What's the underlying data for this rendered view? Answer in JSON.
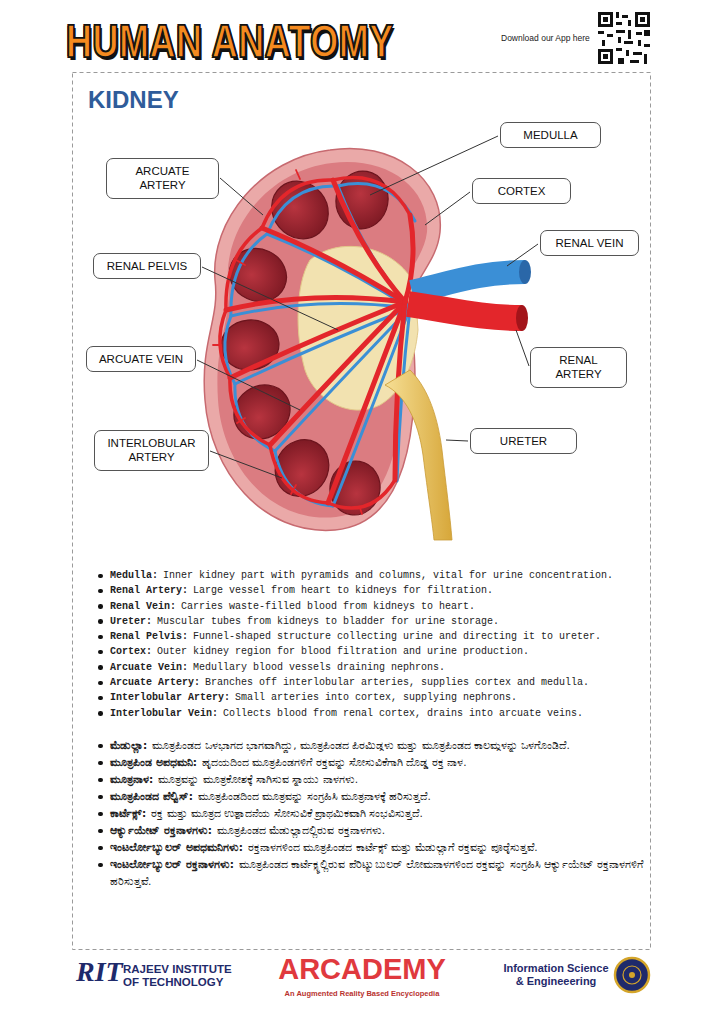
{
  "diagram": {
    "title": "HUMAN ANATOMY",
    "nodes": [
      {
        "text": [
          "MEDULLA"
        ]
      },
      {
        "text": [
          "ARCUATE ARTERY"
        ]
      },
      {
        "text": [
          "CORTEX"
        ]
      },
      {
        "text": [
          "RENAL VEIN"
        ]
      },
      {
        "text": [
          "RENAL PELVIS"
        ]
      },
      {
        "text": [
          "ARCUATE VEIN"
        ]
      },
      {
        "text": [
          "RENAL ARTERY"
        ]
      },
      {
        "text": [
          "INTERLOBULAR ARTERY"
        ]
      },
      {
        "text": [
          "URETER"
        ]
      }
    ],
    "labels": [
      "Download our App here",
      "KIDNEY",
      "Medulla:",
      "Inner kidney part with pyramids and columns, vital for urine concentration.",
      "Renal Artery:",
      "Large vessel from heart to kidneys for filtration.",
      "Renal Vein:",
      "Carries waste-filled blood from kidneys to heart.",
      "Ureter:",
      "Muscular tubes from kidneys to bladder for urine storage.",
      "Renal Pelvis:",
      "Funnel-shaped structure collecting urine and directing it to ureter.",
      "Cortex:",
      "Outer kidney region for blood filtration and urine production.",
      "Arcuate Vein:",
      "Medullary blood vessels draining nephrons.",
      "Arcuate Artery:",
      "Branches off interlobular arteries, supplies cortex and medulla.",
      "Interlobular Artery:",
      "Small arteries into cortex, supplying nephrons.",
      "Interlobular Vein:",
      "Collects blood from renal cortex, drains into arcuate veins.",
      "ಮೆಡುಲ್ಲಾ:",
      "ಮೂತ್ರಪಿಂಡದ ಒಳಭಾಗದ ಭಾಗವಾಗಿದ್ದು, ಮೂತ್ರಪಿಂಡದ ಪಿರಮಿಡ್ಗಳು ಮತ್ತು ಮೂತ್ರಪಿಂಡದ ಕಾಲಮ್ಗಳನ್ನು ಒಳಗೊಂಡಿದೆ.",
      "ಮೂತ್ರಪಿಂಡ ಅಪಧಮನಿ:",
      "ಹೃದಯದಿಂದ ಮೂತ್ರಪಿಂಡಗಳಿಗೆ ರಕ್ತವನ್ನು ಸೋಸುವಿಕೆಗಾಗಿ ದೊಡ್ಡ ರಕ್ತ ನಾಳ.",
      "ಮೂತ್ರನಾಳ:",
      "ಮೂತ್ರವನ್ನು ಮೂತ್ರಕೋಶಕ್ಕೆ ಸಾಗಿಸುವ ಸ್ನಾಯು ನಾಳಗಳು.",
      "ಮೂತ್ರಪಿಂಡದ ಪೆಲ್ವಿಸ್:",
      "ಮೂತ್ರಪಿಂಡದಿಂದ ಮೂತ್ರವನ್ನು ಸಂಗ್ರಹಿಸಿ ಮೂತ್ರನಾಳಕ್ಕೆ ಹರಿಸುತ್ತದೆ.",
      "ಕಾರ್ಟೆಕ್ಸ್:",
      "ರಕ್ತ ಮತ್ತು ಮೂತ್ರದ ಉತ್ಪಾದನೆಯ ಸೋಸುವಿಕೆ ಪ್ರಾಥಮಿಕವಾಗಿ ಸಂಭವಿಸುತ್ತದೆ.",
      "ಆರ್ಕ್ಯುಯೇಟ್ ರಕ್ತನಾಳಗಳು:",
      "ಮೂತ್ರಪಿಂಡದ ಮೆಡುಲ್ಲಾದಲ್ಲಿರುವ ರಕ್ತನಾಳಗಳು.",
      "ಇಂಟರ್ಲೋಬ್ಯುಲರ್ ಅಪಧಮನಿಗಳು:",
      "ರಕ್ತನಾಳಗಳಿಂದ ಮೂತ್ರಪಿಂಡದ ಕಾರ್ಟೆಕ್ಸ್ ಮತ್ತು ಮೆಡುಲ್ಲಾಗೆ ರಕ್ತವನ್ನು ಪೂರೈಸುತ್ತವೆ.",
      "ಇಂಟರ್ಲೋಬ್ಯುಲರ್ ರಕ್ತನಾಳಗಳು:",
      "ಮೂತ್ರಪಿಂಡದ ಕಾರ್ಟೆಕ್ಸ್ನಲ್ಲಿರುವ ಪೆರಿಟ್ಯುಬುಲರ್ ಲೋಮನಾಳಗಳಿಂದ ರಕ್ತವನ್ನು ಸಂಗ್ರಹಿಸಿ ಆರ್ಕ್ಯುಯೇಟ್ ರಕ್ತನಾಳಗಳಿಗೆ ಹರಿಸುತ್ತವೆ.",
      "RIT",
      "RAJEEV INSTITUTE OF TECHNOLOGY",
      "ARCADEMY",
      "An Augmented Reality Based Encyclopedia",
      "Information Science & Engineeering"
    ]
  }
}
